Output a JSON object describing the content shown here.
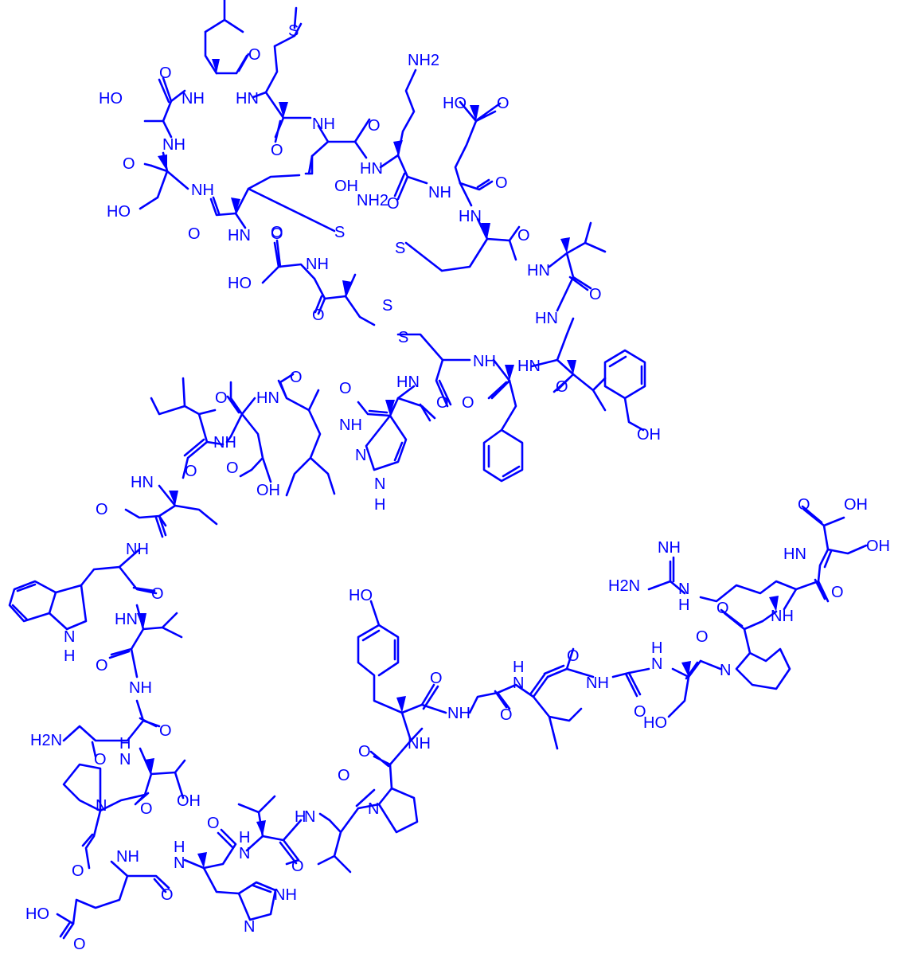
{
  "colors": {
    "structure": "#0000ff",
    "background": "#ffffff"
  },
  "labels": {
    "sme": "S",
    "nh2_lys": "NH2",
    "ho_ser1": "HO",
    "nh_leu": "NH",
    "nh_met": "HN",
    "o_leu": "O",
    "o_ser1": "O",
    "nh_ser1": "NH",
    "o_ser2": "O",
    "ho_ser2": "HO",
    "nh_ser2": "NH",
    "o_cys1": "O",
    "hn_cys1": "HN",
    "o_cys1b": "O",
    "nh_asp1": "NH",
    "o_asp1": "O",
    "oh_asp1": "OH",
    "o_gly1": "O",
    "hn_lys": "HN",
    "hooc_glu1": "HO",
    "o_glu1a": "O",
    "o_lys": "O",
    "nh_glu1": "NH",
    "o_glu1": "O",
    "hn_cys2": "HN",
    "s1": "S",
    "s2": "S",
    "o_cys2": "O",
    "hn_val1": "HN",
    "o_val1": "O",
    "ho_ser3": "HO",
    "nh_ser3": "NH",
    "o_ser3": "O",
    "nh2_cys3": "NH2",
    "o_cys3": "O",
    "s3": "S",
    "s4": "S",
    "hn_tyr1": "HN",
    "o_tyr1": "O",
    "oh_tyr1": "OH",
    "nh_phe": "NH",
    "hn_phe": "HN",
    "o_phe": "O",
    "o_cys4": "O",
    "hn_his1": "HN",
    "o_his1": "O",
    "n_his1": "N",
    "nh_his1r": "N",
    "h_his1r": "H",
    "nh_his1": "NH",
    "o_leu2": "O",
    "hn_leu2": "HN",
    "o_asp2": "O",
    "oh_asp2": "OH",
    "o_asp2b": "O",
    "nh_ile1": "NH",
    "o_ile1": "O",
    "hn_ile2": "HN",
    "o_ile2": "O",
    "nh_trp": "NH",
    "o_trp": "O",
    "nh_trp_ring": "N",
    "h_trp_ring": "H",
    "hn_val2": "HN",
    "o_val2": "O",
    "nh_asn": "NH",
    "o_asn": "O",
    "h2n_asn": "H2N",
    "o_asn_side": "O",
    "hn_thr": "N",
    "h_thr": "H",
    "oh_thr": "OH",
    "o_thr": "O",
    "n_pro1": "N",
    "o_pro1": "O",
    "nh_glu2": "NH",
    "hooc_glu2": "HO",
    "o_glu2a": "O",
    "o_glu2": "O",
    "hn_his2": "N",
    "h_his2": "H",
    "o_his2": "O",
    "nh_his2r": "NH",
    "n_his2r": "N",
    "nh_val3": "N",
    "h_val3": "H",
    "o_val3": "O",
    "hn_val4": "N",
    "h_val4": "H",
    "o_val4": "O",
    "n_pro2": "N",
    "o_pro2": "O",
    "nh_tyr2": "NH",
    "ho_tyr2": "HO",
    "o_tyr2": "O",
    "nh_gly2": "NH",
    "o_gly2": "O",
    "nh_leu3": "N",
    "h_leu3": "H",
    "o_leu3": "O",
    "nh_gly3": "NH",
    "o_gly3": "O",
    "nh_ser4": "N",
    "h_ser4": "H",
    "ho_ser4": "HO",
    "o_ser4": "O",
    "n_pro3": "N",
    "o_pro3": "O",
    "nh_arg": "NH",
    "o_arg": "O",
    "nh_guan": "NH",
    "h2n_guan": "H2N",
    "n_guan": "N",
    "h_guan": "H",
    "hn_ser5": "HN",
    "o_ser5": "O",
    "oh_ser5": "OH",
    "oh_term": "OH",
    "o_term": "O"
  }
}
